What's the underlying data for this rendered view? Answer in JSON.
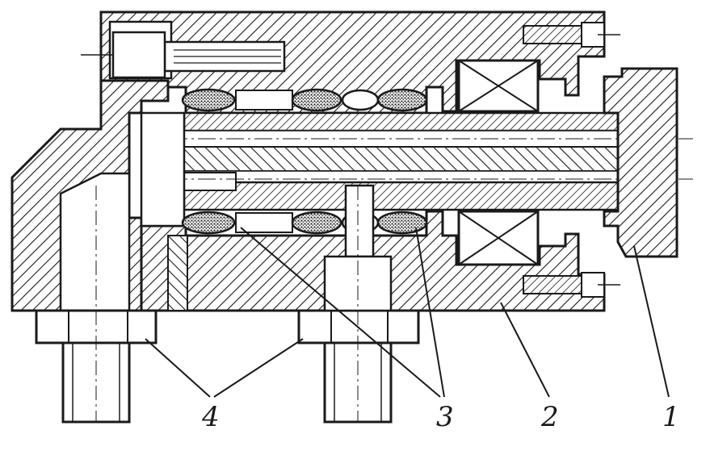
{
  "figure": {
    "type": "mechanical-assembly-cross-section",
    "colors": {
      "ink": "#1a1a1a",
      "paper": "#ffffff"
    },
    "callouts": [
      {
        "id": "callout-1",
        "label": "1"
      },
      {
        "id": "callout-2",
        "label": "2"
      },
      {
        "id": "callout-3",
        "label": "3"
      },
      {
        "id": "callout-4",
        "label": "4"
      }
    ]
  }
}
